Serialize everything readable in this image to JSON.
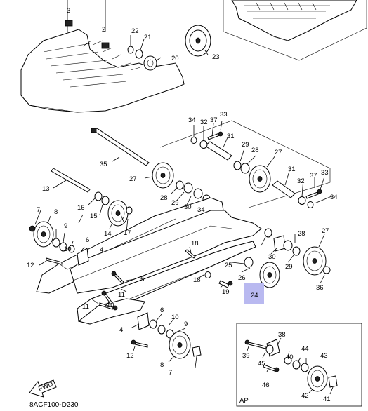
{
  "diagram": {
    "drawing_code": "8ACF100-D230",
    "inset_label": "AP",
    "fwd_label": "FWD",
    "highlight_color": "#b9b9f0",
    "highlighted_part": "24",
    "parts": [
      {
        "n": "3"
      },
      {
        "n": "2"
      },
      {
        "n": "22"
      },
      {
        "n": "21"
      },
      {
        "n": "20"
      },
      {
        "n": "23"
      },
      {
        "n": "34"
      },
      {
        "n": "32"
      },
      {
        "n": "37"
      },
      {
        "n": "33"
      },
      {
        "n": "31"
      },
      {
        "n": "29"
      },
      {
        "n": "28"
      },
      {
        "n": "27"
      },
      {
        "n": "35"
      },
      {
        "n": "27"
      },
      {
        "n": "31"
      },
      {
        "n": "32"
      },
      {
        "n": "37"
      },
      {
        "n": "33"
      },
      {
        "n": "13"
      },
      {
        "n": "28"
      },
      {
        "n": "29"
      },
      {
        "n": "30"
      },
      {
        "n": "34"
      },
      {
        "n": "34"
      },
      {
        "n": "16"
      },
      {
        "n": "15"
      },
      {
        "n": "14"
      },
      {
        "n": "17"
      },
      {
        "n": "7"
      },
      {
        "n": "8"
      },
      {
        "n": "9"
      },
      {
        "n": "10"
      },
      {
        "n": "6"
      },
      {
        "n": "4"
      },
      {
        "n": "12"
      },
      {
        "n": "18"
      },
      {
        "n": "28"
      },
      {
        "n": "27"
      },
      {
        "n": "30"
      },
      {
        "n": "29"
      },
      {
        "n": "25"
      },
      {
        "n": "26"
      },
      {
        "n": "36"
      },
      {
        "n": "18"
      },
      {
        "n": "19"
      },
      {
        "n": "5"
      },
      {
        "n": "11"
      },
      {
        "n": "10"
      },
      {
        "n": "11"
      },
      {
        "n": "24"
      },
      {
        "n": "6"
      },
      {
        "n": "4"
      },
      {
        "n": "10"
      },
      {
        "n": "9"
      },
      {
        "n": "12"
      },
      {
        "n": "8"
      },
      {
        "n": "7"
      },
      {
        "n": "38"
      },
      {
        "n": "39"
      },
      {
        "n": "44"
      },
      {
        "n": "45"
      },
      {
        "n": "43"
      },
      {
        "n": "40"
      },
      {
        "n": "46"
      },
      {
        "n": "42"
      },
      {
        "n": "41"
      }
    ]
  }
}
